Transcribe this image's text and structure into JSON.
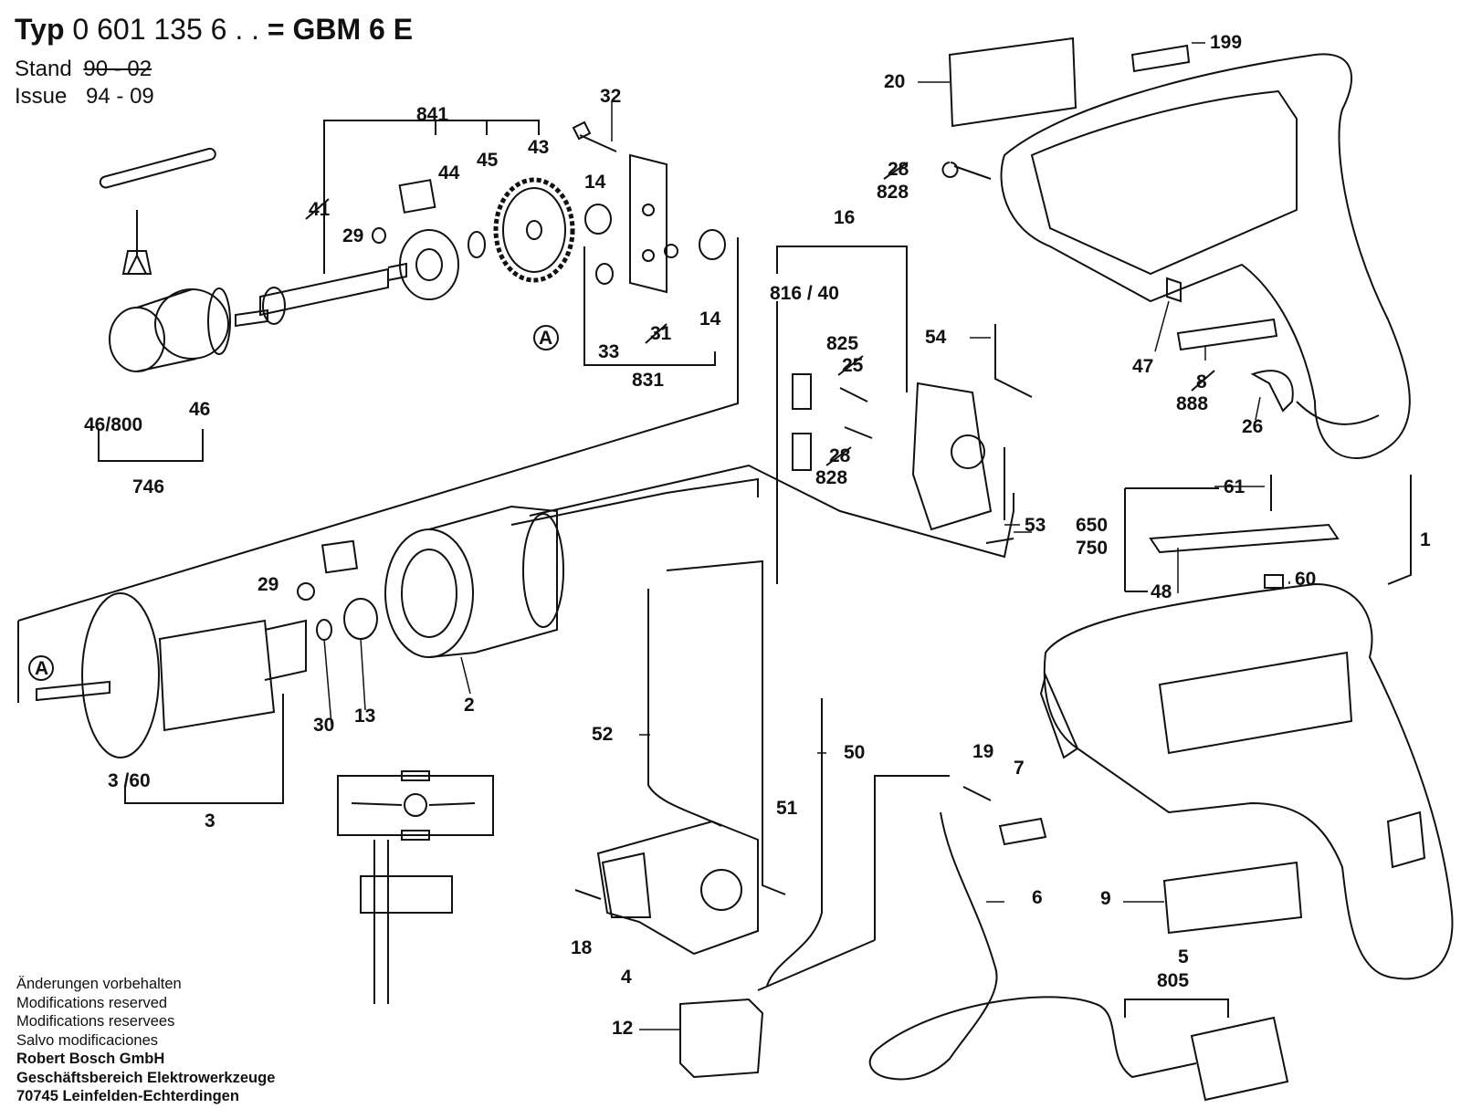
{
  "header": {
    "typ_label": "Typ",
    "part_number": "0 601 135",
    "variant": "6 . .",
    "equals": "=",
    "model": "GBM 6 E",
    "stand_label": "Stand",
    "stand_old": "90 - 02",
    "issue_label": "Issue",
    "issue_date": "94 - 09"
  },
  "callouts": [
    {
      "id": "c-199",
      "text": "199"
    },
    {
      "id": "c-20",
      "text": "20"
    },
    {
      "id": "c-32",
      "text": "32"
    },
    {
      "id": "c-841",
      "text": "841"
    },
    {
      "id": "c-43",
      "text": "43"
    },
    {
      "id": "c-45",
      "text": "45"
    },
    {
      "id": "c-44",
      "text": "44"
    },
    {
      "id": "c-14a",
      "text": "14"
    },
    {
      "id": "c-41",
      "text": "41"
    },
    {
      "id": "c-29a",
      "text": "29"
    },
    {
      "id": "c-28a",
      "text": "28"
    },
    {
      "id": "c-828a",
      "text": "828"
    },
    {
      "id": "c-16",
      "text": "16"
    },
    {
      "id": "c-81640",
      "text": "816 / 40"
    },
    {
      "id": "c-825",
      "text": "825"
    },
    {
      "id": "c-25",
      "text": "25"
    },
    {
      "id": "c-54",
      "text": "54"
    },
    {
      "id": "c-47",
      "text": "47"
    },
    {
      "id": "c-8",
      "text": "8"
    },
    {
      "id": "c-888",
      "text": "888"
    },
    {
      "id": "c-26",
      "text": "26"
    },
    {
      "id": "c-14b",
      "text": "14"
    },
    {
      "id": "c-33",
      "text": "33"
    },
    {
      "id": "c-31",
      "text": "31"
    },
    {
      "id": "c-831",
      "text": "831"
    },
    {
      "id": "c-A1",
      "text": "A"
    },
    {
      "id": "c-46800",
      "text": "46/800"
    },
    {
      "id": "c-46",
      "text": "46"
    },
    {
      "id": "c-746",
      "text": "746"
    },
    {
      "id": "c-28b",
      "text": "28"
    },
    {
      "id": "c-828b",
      "text": "828"
    },
    {
      "id": "c-61",
      "text": "61"
    },
    {
      "id": "c-650",
      "text": "650"
    },
    {
      "id": "c-750",
      "text": "750"
    },
    {
      "id": "c-53",
      "text": "53"
    },
    {
      "id": "c-1",
      "text": "1"
    },
    {
      "id": "c-48",
      "text": "48"
    },
    {
      "id": "c-60",
      "text": "60"
    },
    {
      "id": "c-29b",
      "text": "29"
    },
    {
      "id": "c-A2",
      "text": "A"
    },
    {
      "id": "c-30",
      "text": "30"
    },
    {
      "id": "c-13",
      "text": "13"
    },
    {
      "id": "c-2",
      "text": "2"
    },
    {
      "id": "c-52",
      "text": "52"
    },
    {
      "id": "c-50",
      "text": "50"
    },
    {
      "id": "c-19",
      "text": "19"
    },
    {
      "id": "c-7",
      "text": "7"
    },
    {
      "id": "c-360",
      "text": "3 /60"
    },
    {
      "id": "c-3",
      "text": "3"
    },
    {
      "id": "c-51",
      "text": "51"
    },
    {
      "id": "c-6",
      "text": "6"
    },
    {
      "id": "c-9",
      "text": "9"
    },
    {
      "id": "c-18",
      "text": "18"
    },
    {
      "id": "c-4",
      "text": "4"
    },
    {
      "id": "c-5",
      "text": "5"
    },
    {
      "id": "c-805",
      "text": "805"
    },
    {
      "id": "c-12",
      "text": "12"
    }
  ],
  "footer": {
    "notes": [
      "Änderungen vorbehalten",
      "Modifications reserved",
      "Modifications reservees",
      "Salvo modificaciones"
    ],
    "company": [
      "Robert Bosch GmbH",
      "Geschäftsbereich Elektrowerkzeuge",
      "70745 Leinfelden-Echterdingen"
    ]
  }
}
